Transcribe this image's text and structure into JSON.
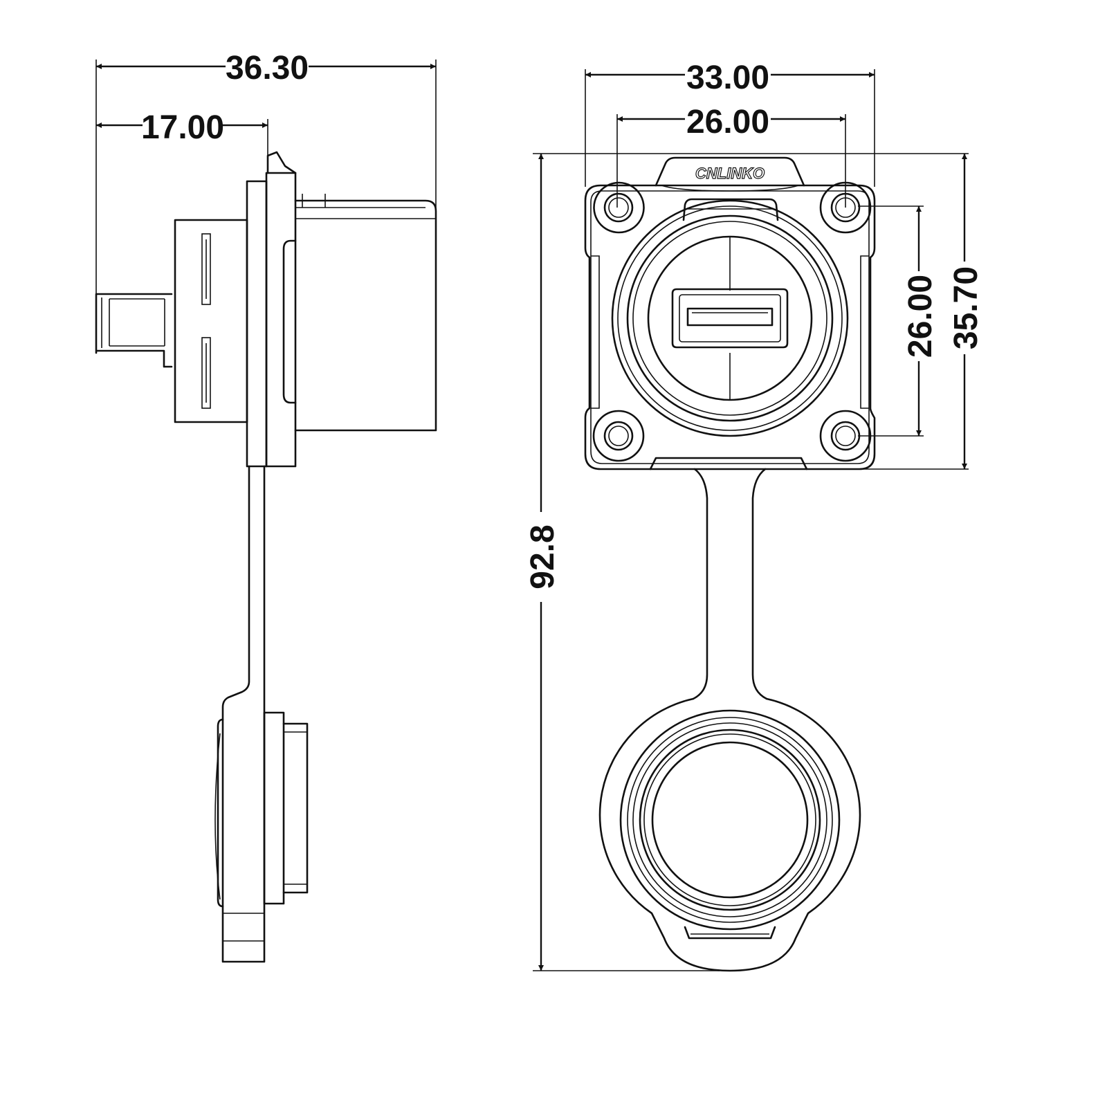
{
  "brand_logo": "CNLINKO",
  "side_view": {
    "dim_overall_depth": "36.30",
    "dim_rear_depth": "17.00"
  },
  "front_view": {
    "dim_flange_width": "33.00",
    "dim_hole_spacing_horizontal": "26.00",
    "dim_hole_spacing_vertical": "26.00",
    "dim_flange_height": "35.70",
    "dim_total_length": "92.8"
  },
  "colors": {
    "line": "#111111",
    "background": "#ffffff"
  }
}
